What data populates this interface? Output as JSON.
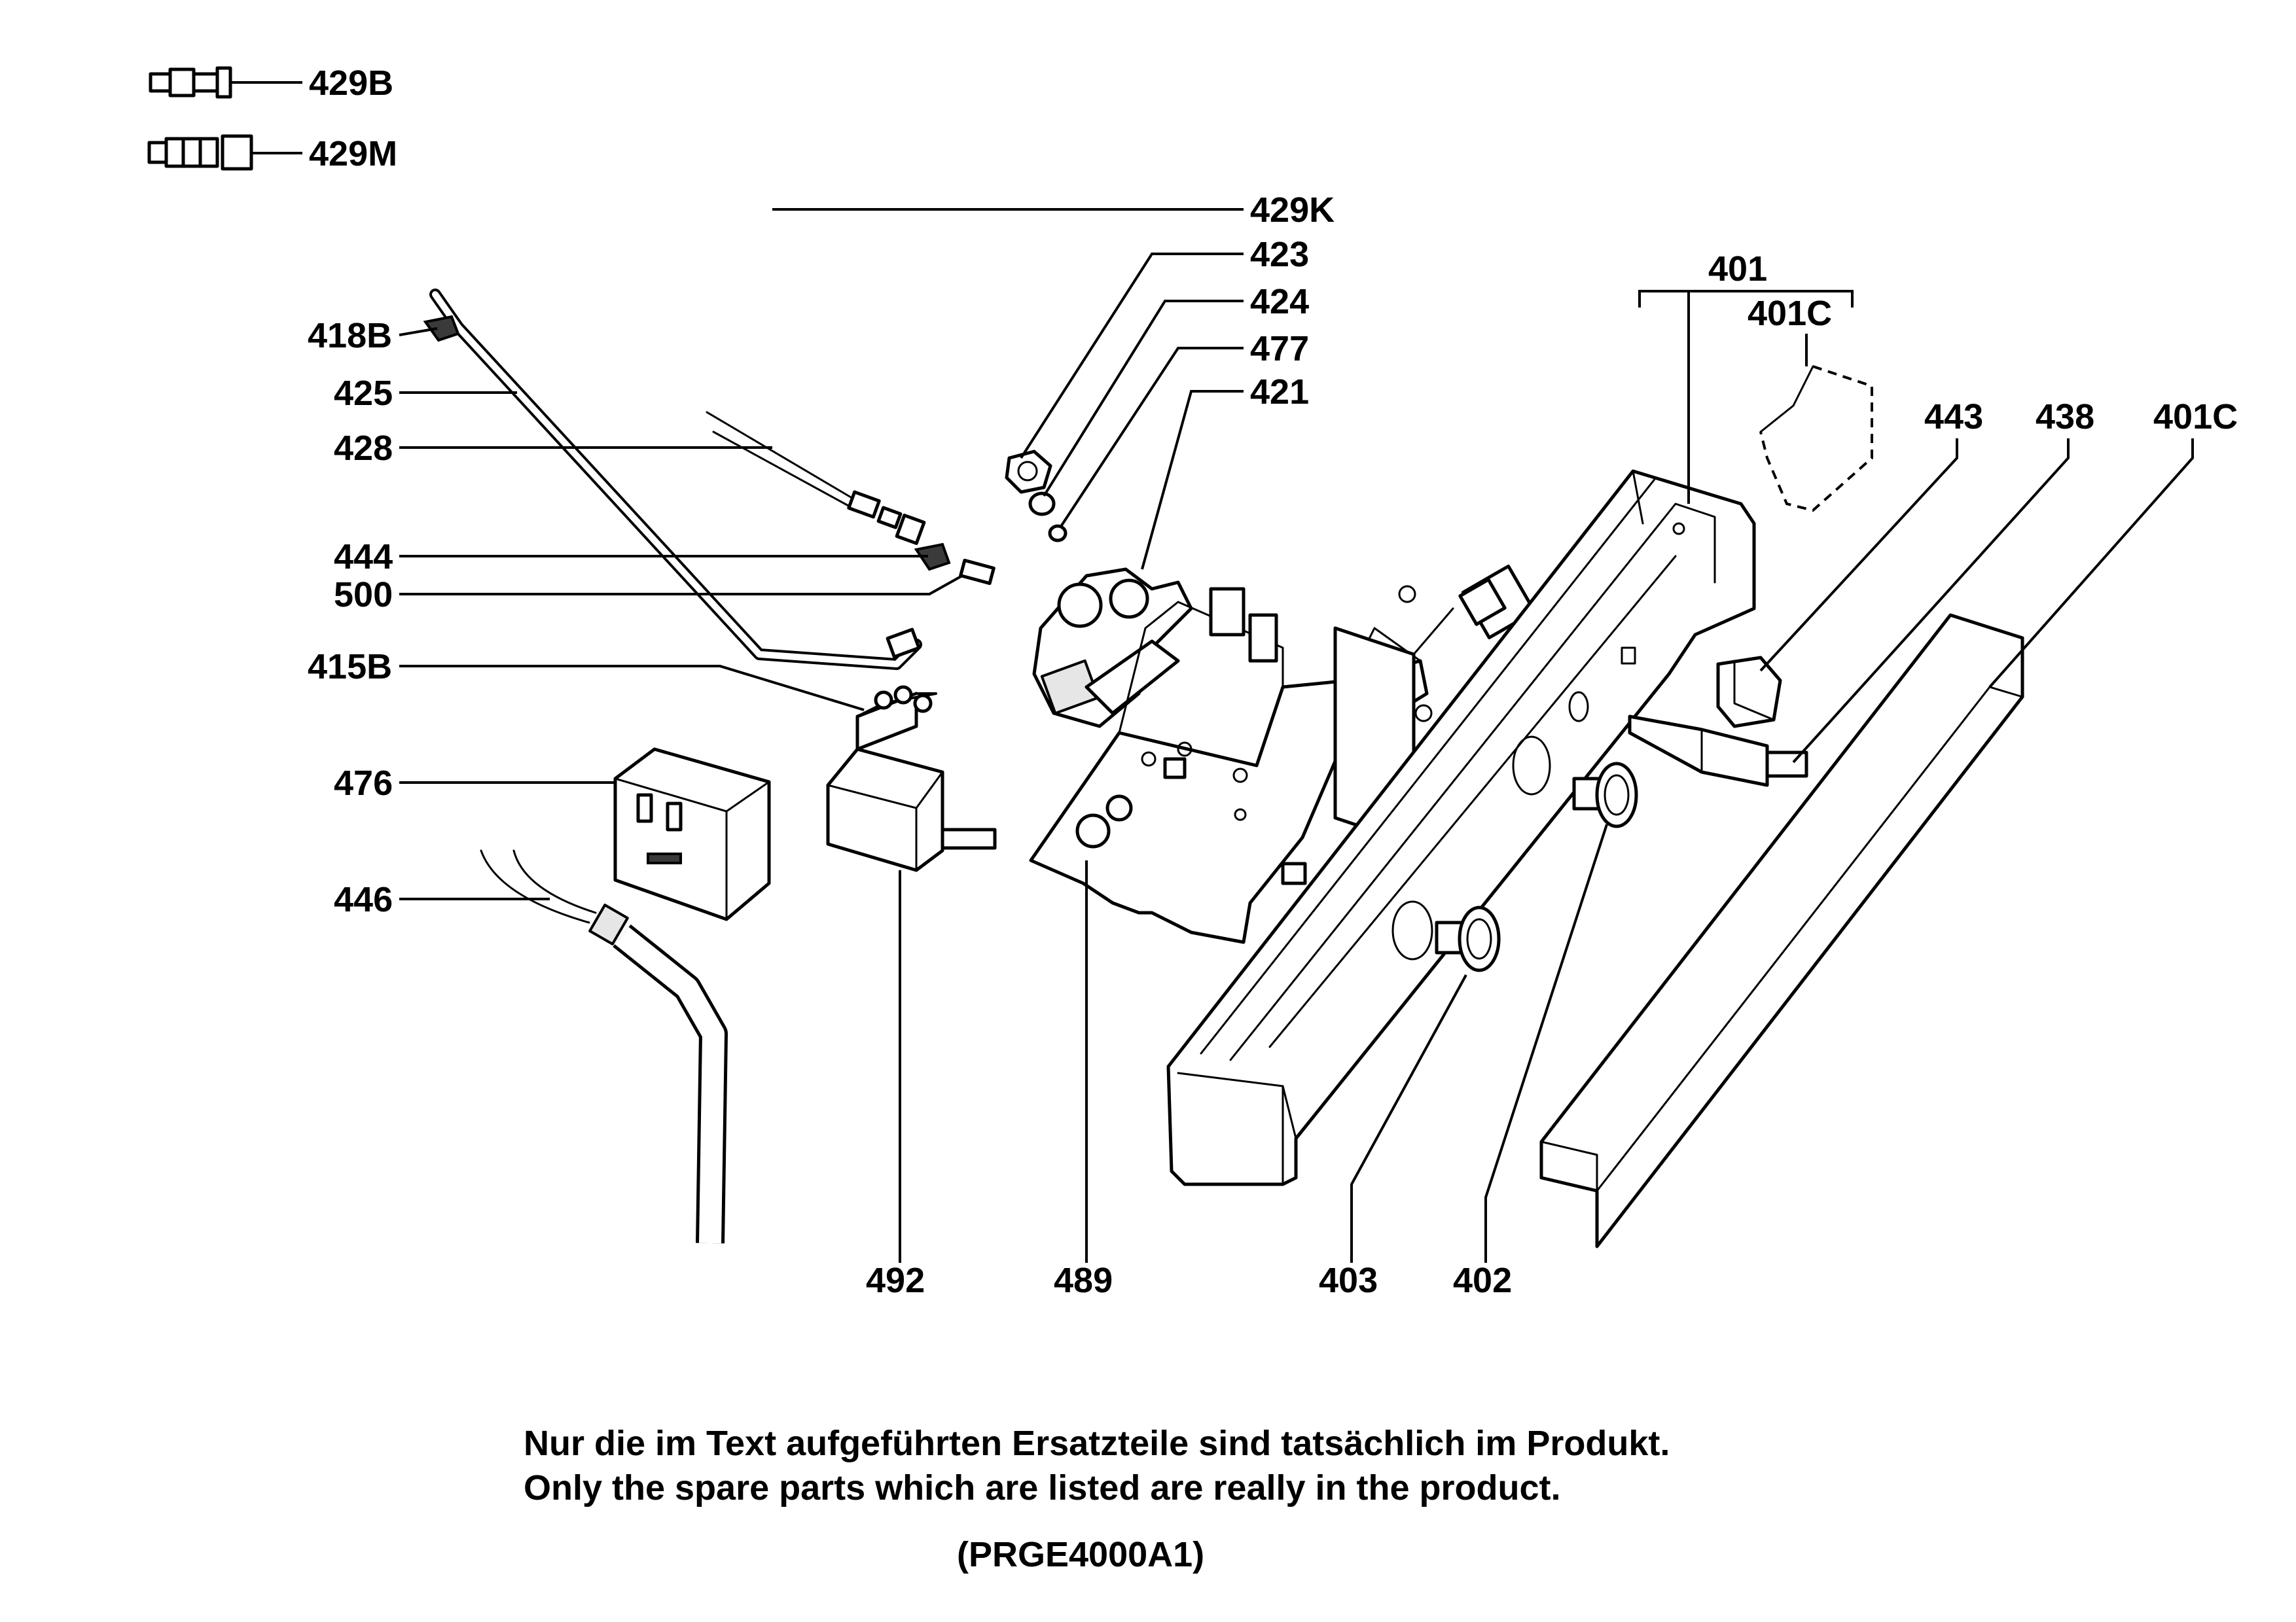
{
  "callouts": {
    "c429B": "429B",
    "c429M": "429M",
    "c429K": "429K",
    "c423": "423",
    "c424": "424",
    "c477": "477",
    "c421": "421",
    "c418B": "418B",
    "c425": "425",
    "c428": "428",
    "c444": "444",
    "c500": "500",
    "c415B": "415B",
    "c476": "476",
    "c446": "446",
    "c401": "401",
    "c401C_top": "401C",
    "c443": "443",
    "c438": "438",
    "c401C_right": "401C",
    "c492": "492",
    "c489": "489",
    "c403": "403",
    "c402": "402"
  },
  "footer": {
    "note_de": "Nur die im Text aufgeführten Ersatzteile sind tatsächlich im Produkt.",
    "note_en": "Only the spare parts which are listed are really in the product.",
    "model_code": "(PRGE4000A1)"
  }
}
